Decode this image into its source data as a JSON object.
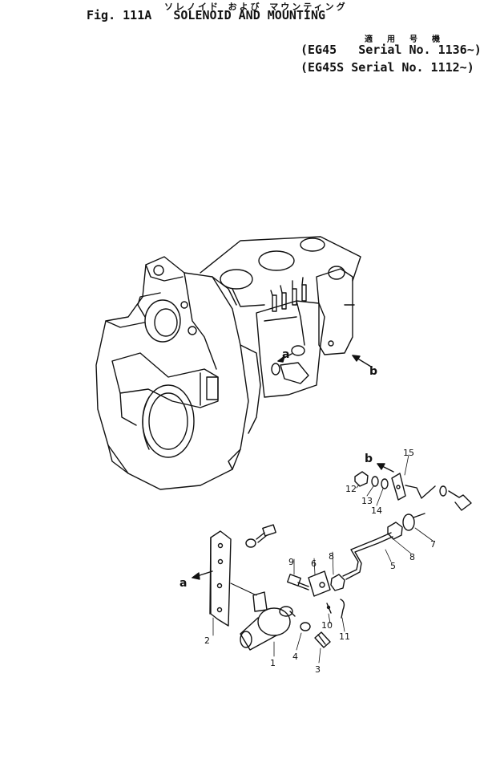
{
  "header": {
    "title_kana": "ソレノイド および マウンティング",
    "figure_title": "Fig. 111A   SOLENOID AND MOUNTING",
    "applicability_label": "適 用 号 機",
    "serial_lines": [
      "(EG45   Serial No. 1136~)",
      "(EG45S Serial No. 1112~)"
    ]
  },
  "view_labels": {
    "a_arrow": "a",
    "b_arrow": "b",
    "a_on_engine": "a",
    "b_on_bracket": "b"
  },
  "callouts": [
    "1",
    "2",
    "3",
    "4",
    "5",
    "6",
    "7",
    "8",
    "8",
    "9",
    "10",
    "11",
    "12",
    "13",
    "14",
    "15"
  ]
}
